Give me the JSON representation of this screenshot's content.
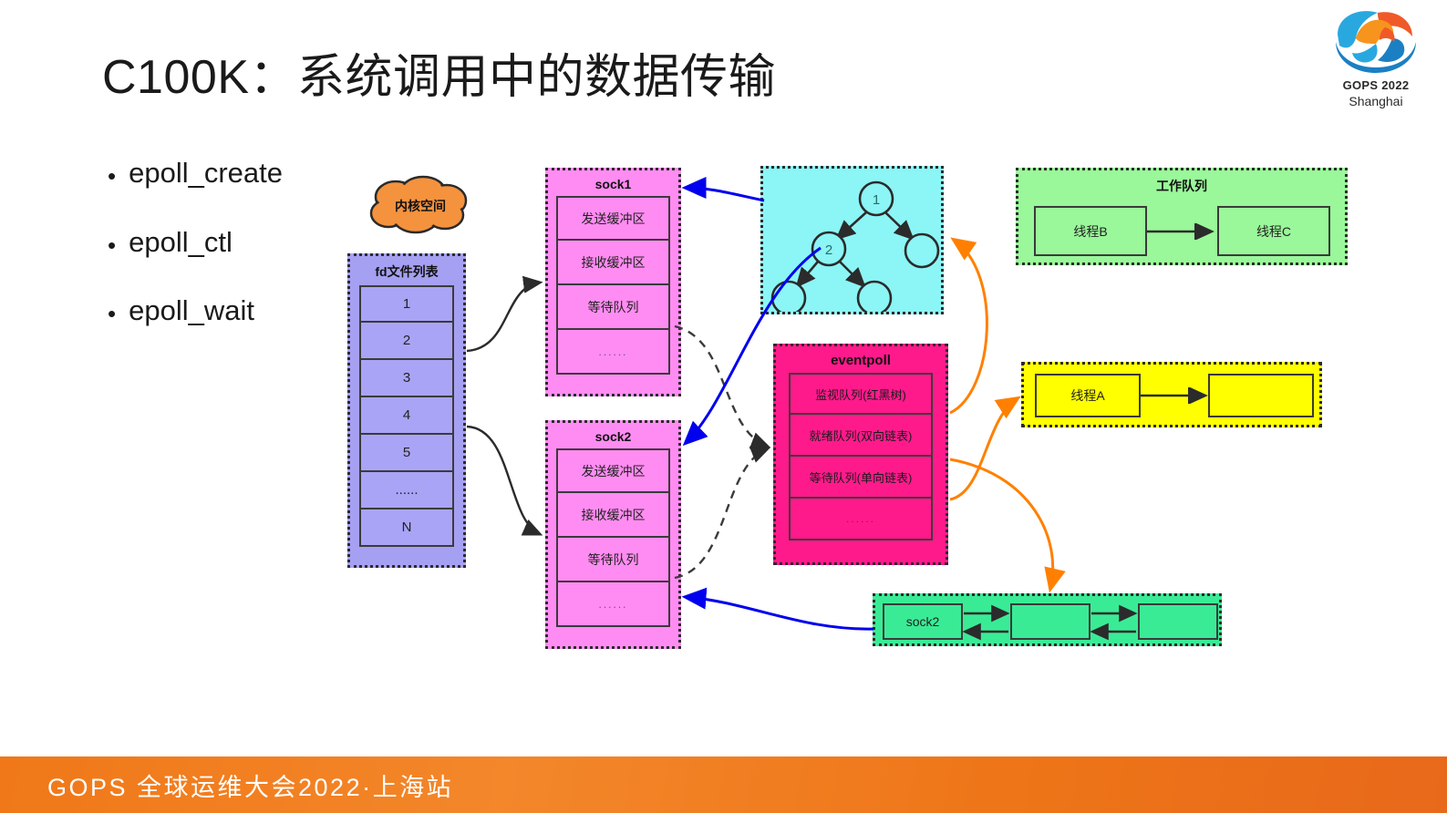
{
  "slide": {
    "title": "C100K：系统调用中的数据传输",
    "bullets": [
      {
        "marker": "•",
        "label": "epoll_create"
      },
      {
        "marker": "•",
        "label": "epoll_ctl"
      },
      {
        "marker": "•",
        "label": "epoll_wait"
      }
    ]
  },
  "cloud": {
    "label": "内核空间",
    "color": "#F5923E"
  },
  "fd_list": {
    "title": "fd文件列表",
    "color": "#A6A0F2",
    "rows": [
      "1",
      "2",
      "3",
      "4",
      "5",
      "......",
      "N"
    ]
  },
  "sock1": {
    "title": "sock1",
    "color": "#FF8CF2",
    "rows": [
      "发送缓冲区",
      "接收缓冲区",
      "等待队列",
      "......"
    ]
  },
  "sock2": {
    "title": "sock2",
    "color": "#FF8CF2",
    "rows": [
      "发送缓冲区",
      "接收缓冲区",
      "等待队列",
      "......"
    ]
  },
  "eventpoll": {
    "title": "eventpoll",
    "color": "#FF1A8C",
    "rows": [
      "监视队列(红黑树)",
      "就绪队列(双向链表)",
      "等待队列(单向链表)",
      "......"
    ]
  },
  "tree": {
    "color": "#8CF5F5",
    "nodes": [
      {
        "id": "root",
        "label": "1"
      },
      {
        "id": "left",
        "label": "2"
      },
      {
        "id": "right",
        "label": ""
      },
      {
        "id": "leftleft",
        "label": ""
      },
      {
        "id": "leftright",
        "label": ""
      }
    ]
  },
  "work_queue": {
    "title": "工作队列",
    "color": "#9AF79A",
    "nodes": [
      "线程B",
      "线程C"
    ]
  },
  "thread_a_box": {
    "color": "#FFFF00",
    "nodes": [
      "线程A",
      ""
    ]
  },
  "ready_list": {
    "color": "#3AEB96",
    "nodes": [
      "sock2",
      "",
      ""
    ]
  },
  "footer": {
    "text": "GOPS 全球运维大会2022·上海站",
    "color": "#F07818"
  },
  "logo": {
    "line1": "GOPS 2022",
    "line2": "Shanghai"
  }
}
